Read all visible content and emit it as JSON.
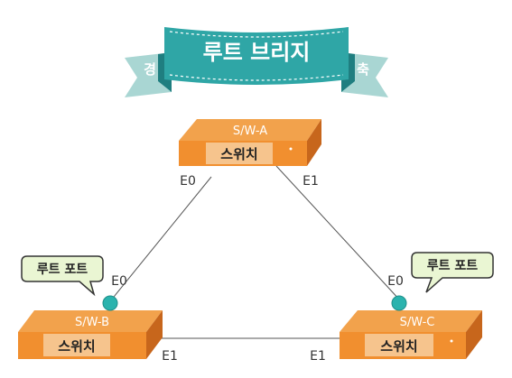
{
  "banner": {
    "title": "루트 브리지",
    "left_tag": "경",
    "right_tag": "축"
  },
  "switches": {
    "a": {
      "name": "S/W-A",
      "label": "스위치",
      "port_left": "E0",
      "port_right": "E1"
    },
    "b": {
      "name": "S/W-B",
      "label": "스위치",
      "port_top": "E0",
      "port_right": "E1"
    },
    "c": {
      "name": "S/W-C",
      "label": "스위치",
      "port_top": "E0",
      "port_left": "E1"
    }
  },
  "callouts": {
    "b": "루트 포트",
    "c": "루트 포트"
  },
  "colors": {
    "banner_teal": "#2fa6a6",
    "banner_dark": "#1f7e80",
    "banner_light": "#a9d6d3",
    "switch_top": "#f2a24c",
    "switch_front": "#f18f2f",
    "switch_side": "#c7661c",
    "label_box": "#f6c48d",
    "callout_fill": "#eaf6d3",
    "port_dot": "#2ab3ae",
    "line": "#555555"
  }
}
